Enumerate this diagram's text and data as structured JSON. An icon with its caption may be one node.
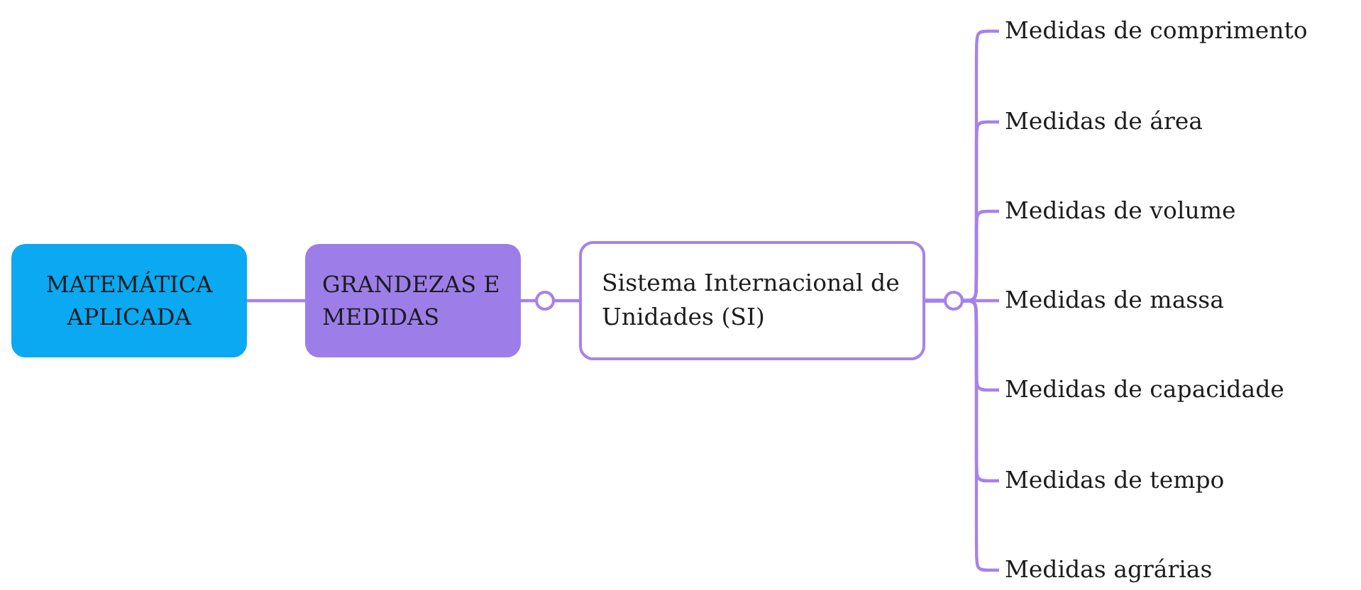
{
  "diagram": {
    "nodes": [
      {
        "text": [
          "MATEMÁTICA APLICADA"
        ]
      },
      {
        "text": [
          "GRANDEZAS E MEDIDAS"
        ]
      },
      {
        "text": [
          "Sistema Internacional de Unidades (SI)"
        ]
      },
      {
        "text": [
          "Medidas de comprimento"
        ]
      },
      {
        "text": [
          "Medidas de área"
        ]
      },
      {
        "text": [
          "Medidas de volume"
        ]
      },
      {
        "text": [
          "Medidas de massa"
        ]
      },
      {
        "text": [
          "Medidas de capacidade"
        ]
      },
      {
        "text": [
          "Medidas de tempo"
        ]
      },
      {
        "text": [
          "Medidas agrárias"
        ]
      }
    ],
    "edges": [
      {
        "from": 0,
        "to": 1,
        "arrow": "none"
      },
      {
        "from": 1,
        "to": 2,
        "arrow": "none"
      },
      {
        "from": 2,
        "to": 3,
        "arrow": "none"
      },
      {
        "from": 2,
        "to": 4,
        "arrow": "none"
      },
      {
        "from": 2,
        "to": 5,
        "arrow": "none"
      },
      {
        "from": 2,
        "to": 6,
        "arrow": "none"
      },
      {
        "from": 2,
        "to": 7,
        "arrow": "none"
      },
      {
        "from": 2,
        "to": 8,
        "arrow": "none"
      },
      {
        "from": 2,
        "to": 9,
        "arrow": "none"
      }
    ]
  }
}
